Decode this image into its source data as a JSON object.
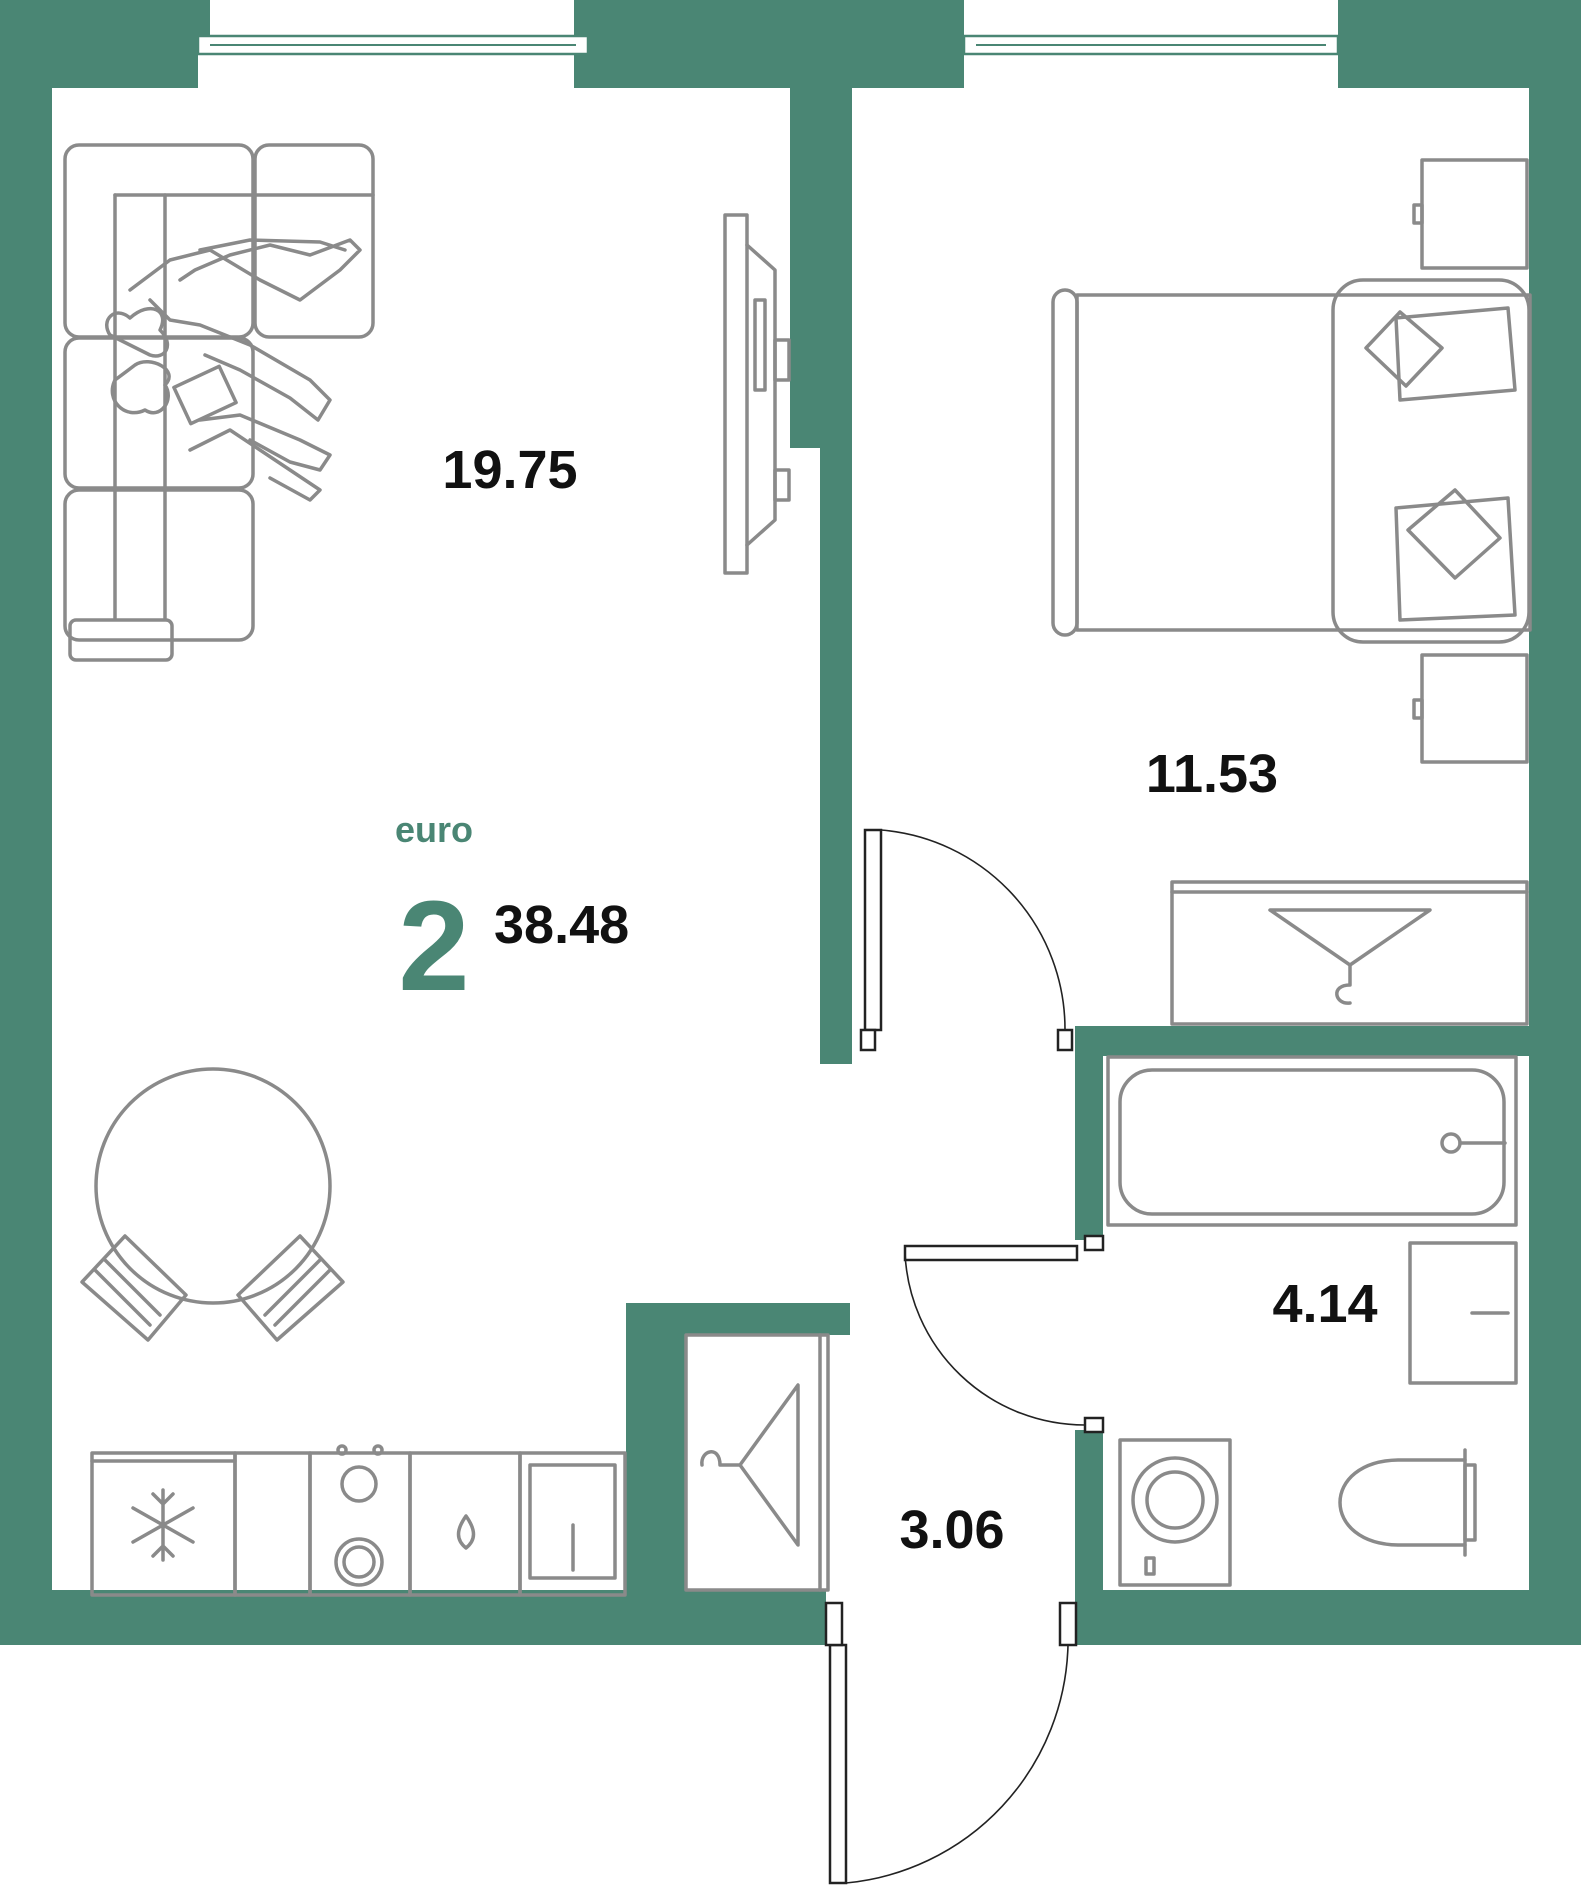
{
  "apartment": {
    "type_label": "euro",
    "rooms_label": "2",
    "total_area": "38.48"
  },
  "rooms": [
    {
      "id": "living-kitchen",
      "area": "19.75"
    },
    {
      "id": "bedroom",
      "area": "11.53"
    },
    {
      "id": "bathroom",
      "area": "4.14"
    },
    {
      "id": "hallway",
      "area": "3.06"
    }
  ],
  "colors": {
    "wall": "#4a8674",
    "accent_text": "#4a8674",
    "furniture": "#8a8a8a",
    "area_text": "#111111",
    "background": "#ffffff"
  },
  "icons": [
    "sofa-icon",
    "people-icon",
    "tv-icon",
    "bed-icon",
    "pillow-icon",
    "nightstand-icon",
    "wardrobe-icon",
    "hanger-icon",
    "bathtub-icon",
    "sink-icon",
    "washing-machine-icon",
    "toilet-icon",
    "dining-table-icon",
    "chair-icon",
    "fridge-icon",
    "snowflake-icon",
    "stove-icon",
    "kitchen-sink-icon",
    "window-icon",
    "door-icon"
  ]
}
